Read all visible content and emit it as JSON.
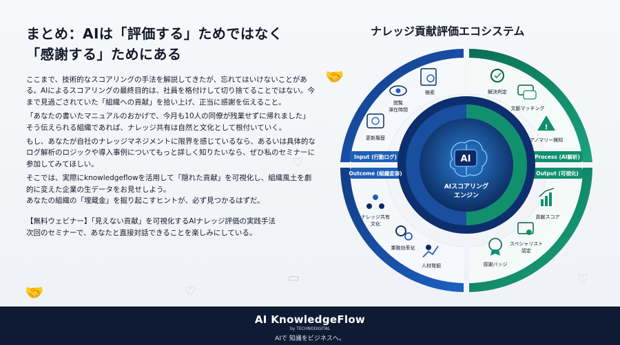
{
  "heading": {
    "line1": "まとめ：AIは「評価する」ためではなく",
    "line2": "「感謝する」ためにある"
  },
  "body": {
    "p1": "ここまで、技術的なスコアリングの手法を解説してきたが、忘れてはいけないことがある。AIによるスコアリングの最終目的は、社員を格付けして切り捨てることではない。今まで見過ごされていた「組織への貢献」を拾い上げ、正当に感謝を伝えること。",
    "p2": "「あなたの書いたマニュアルのおかげで、今月も10人の同僚が残業せずに帰れました」そう伝えられる組織であれば、ナレッジ共有は自然と文化として根付いていく。",
    "p3": "もし、あなたが自社のナレッジマネジメントに限界を感じているなら、あるいは具体的なログ解析のロジックや導入事例についてもっと詳しく知りたいなら、ぜひ私のセミナーに参加してみてほしい。",
    "p4": "そこでは、実際にknowledgeflowを活用して「隠れた貢献」を可視化し、組織風土を劇的に変えた企業の生データをお見せしよう。",
    "p5": "あなたの組織の「埋蔵金」を掘り起こすヒントが、必ず見つかるはずだ。"
  },
  "cta": {
    "line1": "【無料ウェビナー】「見えない貢献」を可視化するAIナレッジ評価の実践手法",
    "line2": "次回のセミナーで、あなたと直接対話できることを楽しみにしている。"
  },
  "diagram": {
    "title": "ナレッジ貢献評価エコシステム",
    "center_label": "AI",
    "engine_line1": "AIスコアリング",
    "engine_line2": "エンジン",
    "quadrants": {
      "input": "Input (行動ログ)",
      "process": "Process (AI解析)",
      "output": "Output (可視化)",
      "outcome": "Outcome (組織変容)"
    },
    "items": {
      "search": "検索",
      "dwell1": "閲覧",
      "dwell2": "滞在時間",
      "update": "更新履歴",
      "resolve": "解決判定",
      "match": "文脈マッチング",
      "anomaly": "アノマリー検知",
      "score": "貢献スコア",
      "specialist1": "スペシャリスト",
      "specialist2": "認定",
      "badge": "感謝バッジ",
      "culture1": "ナレッジ共有",
      "culture2": "文化",
      "efficiency": "業務効率化",
      "talent": "人材発掘"
    },
    "colors": {
      "blue_dark": "#0b2a63",
      "blue": "#1e5fb8",
      "green": "#0f8f6e",
      "green_dark": "#0a5c48"
    },
    "icons": [
      "search-icon",
      "eye-icon",
      "clock-icon",
      "gear-check-icon",
      "chat-icon",
      "warning-icon",
      "chart-icon",
      "certificate-icon",
      "badge-icon",
      "people-icon",
      "gears-icon",
      "growth-icon",
      "brain-icon",
      "handshake-icon",
      "heart-icon"
    ]
  },
  "footer": {
    "brand": "AI KnowledgeFlow",
    "by": "by TECHNODIGITAL",
    "tagline": "AIで 知識をビジネスへ。"
  }
}
